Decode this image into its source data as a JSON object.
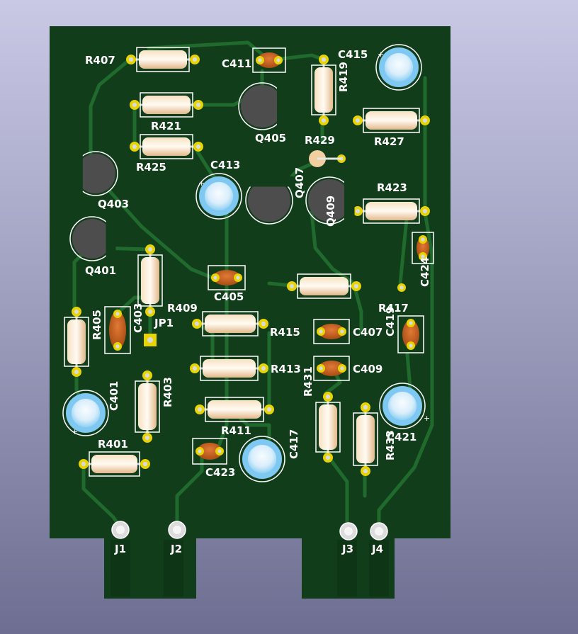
{
  "colors": {
    "background_top": "#c9c9e6",
    "background_bottom": "#6e6e92",
    "board": "#113d1b",
    "trace": "#1f6a2c",
    "silkscreen": "#ffffff",
    "pad": "#e8d400",
    "resistor_body": "#f1cfa0",
    "ceramic_cap": "#c8601e",
    "electrolytic_cap": "#7ec8f2",
    "transistor": "#4d4d4d",
    "edge_connector": "#0f3517"
  },
  "components": {
    "resistors": [
      "R401",
      "R403",
      "R405",
      "R407",
      "R409",
      "R411",
      "R413",
      "R415",
      "R417",
      "R419",
      "R421",
      "R423",
      "R425",
      "R427",
      "R429",
      "R431",
      "R433"
    ],
    "ceramic_capacitors": [
      "C403",
      "C405",
      "C407",
      "C409",
      "C411",
      "C419",
      "C423",
      "C424"
    ],
    "electrolytic_capacitors": [
      "C401",
      "C413",
      "C415",
      "C417",
      "C421"
    ],
    "transistors": [
      "Q401",
      "Q403",
      "Q405",
      "Q407",
      "Q409"
    ],
    "jumpers": [
      "JP1"
    ],
    "connectors": [
      "J1",
      "J2",
      "J3",
      "J4"
    ]
  }
}
